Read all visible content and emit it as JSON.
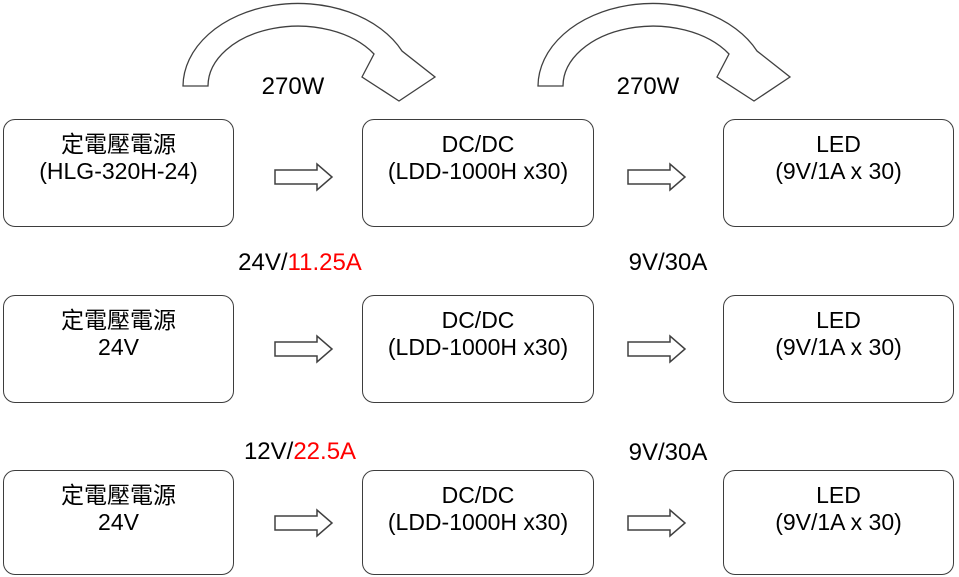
{
  "colors": {
    "text": "#000000",
    "highlight_red": "#FF0000",
    "shape_outline": "#404040"
  },
  "power_labels": {
    "top_left": "270W",
    "top_right": "270W"
  },
  "rows": [
    {
      "source_line1": "定電壓電源",
      "source_line2": "(HLG-320H-24)",
      "dcdc_line1": "DC/DC",
      "dcdc_line2": "(LDD-1000H x30)",
      "led_line1": "LED",
      "led_line2": "(9V/1A x 30)"
    },
    {
      "source_line1": "定電壓電源",
      "source_line2": "24V",
      "dcdc_line1": "DC/DC",
      "dcdc_line2": "(LDD-1000H x30)",
      "led_line1": "LED",
      "led_line2": "(9V/1A x 30)",
      "link1_black": "24V/",
      "link1_red": "11.25A",
      "link2": "9V/30A"
    },
    {
      "source_line1": "定電壓電源",
      "source_line2": "24V",
      "dcdc_line1": "DC/DC",
      "dcdc_line2": "(LDD-1000H x30)",
      "led_line1": "LED",
      "led_line2": "(9V/1A x 30)",
      "link1_black": "12V/",
      "link1_red": "22.5A",
      "link2": "9V/30A"
    }
  ]
}
